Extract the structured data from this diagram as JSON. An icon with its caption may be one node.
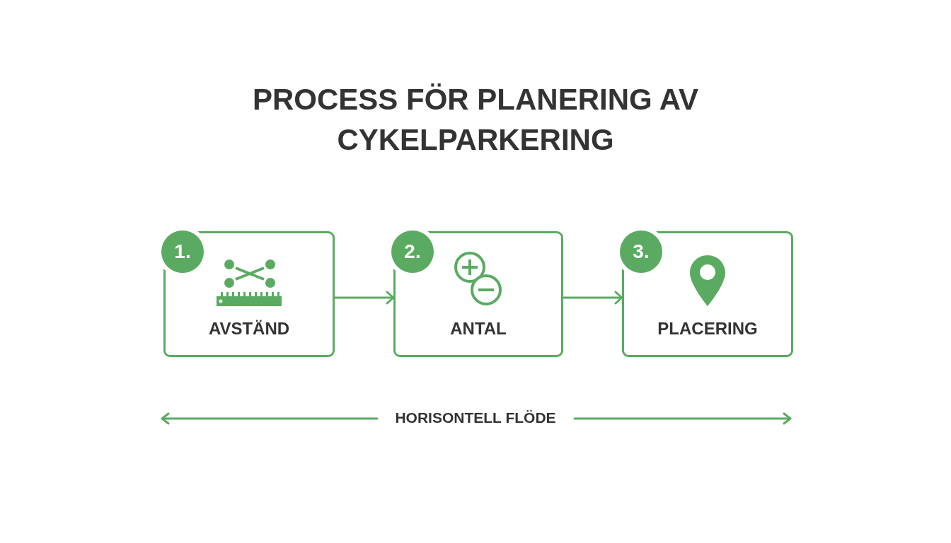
{
  "diagram": {
    "title": "PROCESS FÖR PLANERING AV CYKELPARKERING",
    "nodes": [
      {
        "text": [
          "1.",
          "AVSTÄND"
        ]
      },
      {
        "text": [
          "2.",
          "ANTAL"
        ]
      },
      {
        "text": [
          "3.",
          "PLACERING"
        ]
      }
    ],
    "edges": [
      {
        "from": 0,
        "to": 1,
        "arrow": "to"
      },
      {
        "from": 1,
        "to": 2,
        "arrow": "to"
      }
    ],
    "labels": [
      "HORISONTELL FLÖDE"
    ]
  }
}
